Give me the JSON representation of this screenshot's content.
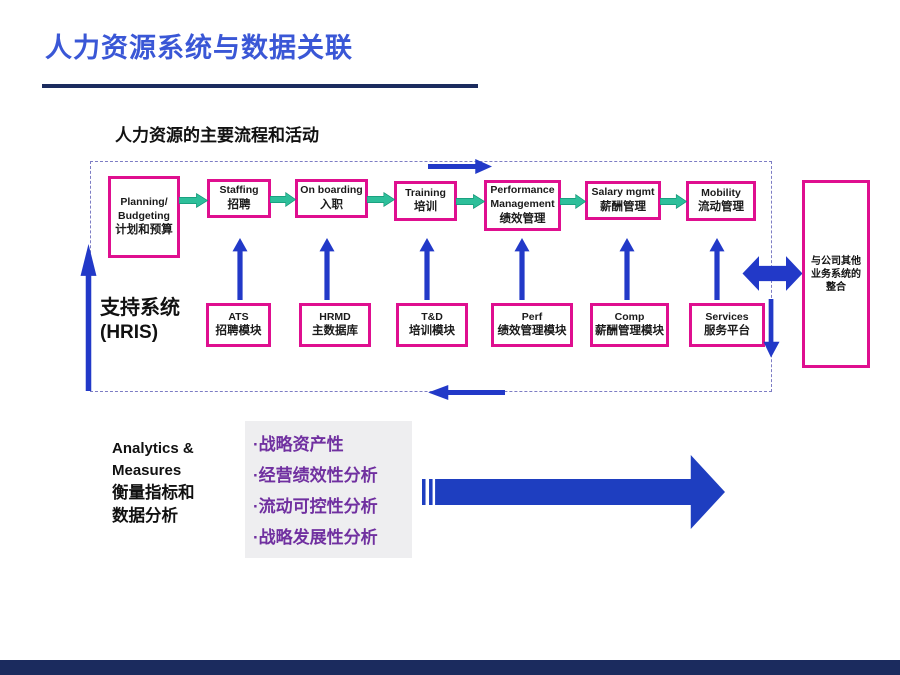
{
  "colors": {
    "title_blue": "#3a57d6",
    "navy": "#1b2b5e",
    "magenta_border": "#df0f8f",
    "teal_arrow": "#2dbf9a",
    "blue_arrow": "#2239c8",
    "purple_text": "#7030a0",
    "gray_panel": "#eeeef0"
  },
  "header": {
    "title": "人力资源系统与数据关联"
  },
  "diagram": {
    "section_label": "人力资源的主要流程和活动",
    "process_boxes": {
      "planning": {
        "en1": "Planning/",
        "en2": "Budgeting",
        "zh": "计划和预算"
      },
      "staffing": {
        "en": "Staffing",
        "zh": "招聘"
      },
      "onboarding": {
        "en": "On boarding",
        "zh": "入职"
      },
      "training": {
        "en": "Training",
        "zh": "培训"
      },
      "performance": {
        "en1": "Performance",
        "en2": "Management",
        "zh": "绩效管理"
      },
      "salary": {
        "en": "Salary mgmt",
        "zh": "薪酬管理"
      },
      "mobility": {
        "en": "Mobility",
        "zh": "流动管理"
      }
    },
    "support_label": {
      "line1": "支持系统",
      "line2": "(HRIS)"
    },
    "modules": [
      {
        "en": "ATS",
        "zh": "招聘模块"
      },
      {
        "en": "HRMD",
        "zh": "主数据库"
      },
      {
        "en": "T&D",
        "zh": "培训模块"
      },
      {
        "en": "Perf",
        "zh": "绩效管理模块"
      },
      {
        "en": "Comp",
        "zh": "薪酬管理模块"
      },
      {
        "en": "Services",
        "zh": "服务平台"
      }
    ],
    "integration_box": {
      "line1": "与公司其他",
      "line2": "业务系统的",
      "line3": "整合"
    }
  },
  "analytics": {
    "en1": "Analytics &",
    "en2": "Measures",
    "zh1": "衡量指标和",
    "zh2": "数据分析",
    "bullets": [
      "·战略资产性",
      "·经营绩效性分析",
      "·流动可控性分析",
      "·战略发展性分析"
    ]
  }
}
